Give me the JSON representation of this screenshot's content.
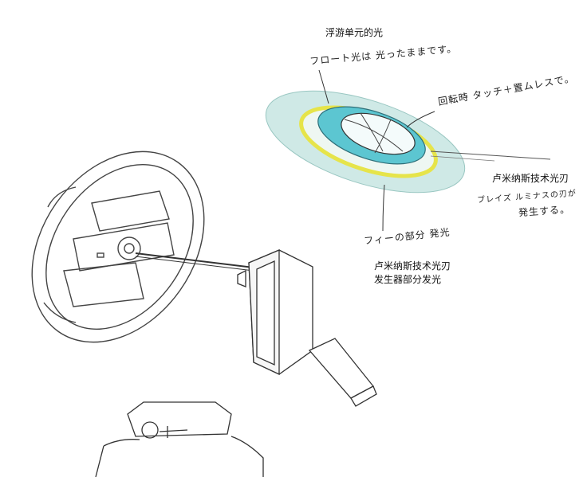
{
  "annotations": {
    "floating_unit_light": "浮游单元的光",
    "lumenath_blade": "卢米纳斯技术光刃",
    "generator_light_line1": "卢米纳斯技术光刃",
    "generator_light_line2": "发生器部分发光"
  },
  "handwritten_notes": {
    "float_glow": "フロート光は 光ったままです。",
    "spin_taper": "回転時 タッチ＋置ムレスで。",
    "blade_gen_line1": "ブレイズ ルミナスの刃が",
    "blade_gen_line2": "発生する。",
    "part_glow": "フィーの部分 発光"
  },
  "colors": {
    "halo_outer": "#cfe9e6",
    "halo_ring_yellow": "#e6e44a",
    "halo_inner_cyan": "#5cc6d1",
    "line_art": "#444444"
  }
}
